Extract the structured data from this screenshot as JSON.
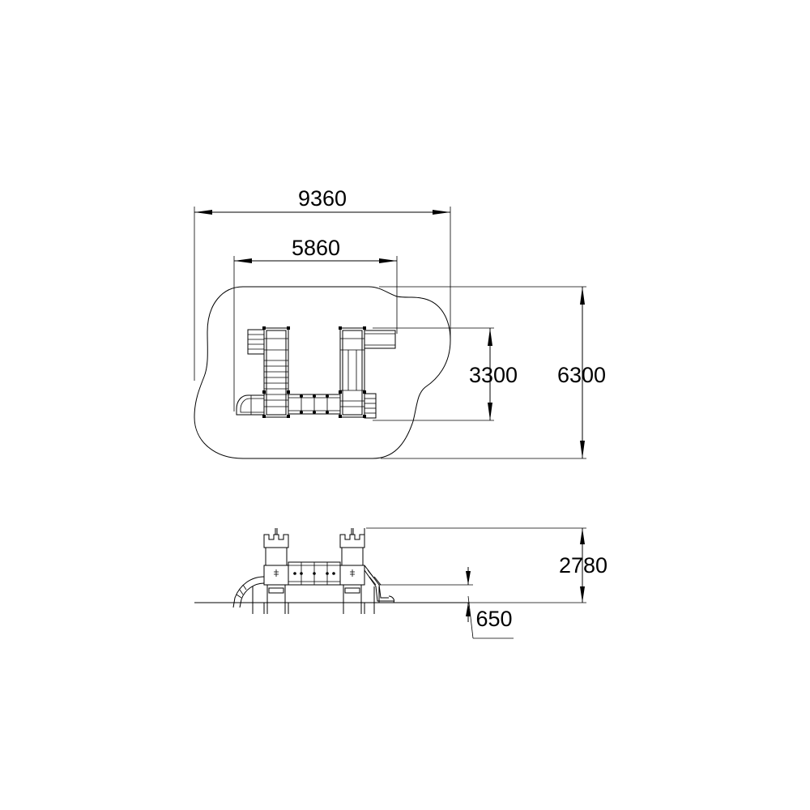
{
  "dimensions": {
    "overall_width": "9360",
    "inner_width": "5860",
    "inner_depth": "3300",
    "overall_depth": "6300",
    "total_height": "2780",
    "platform_height": "650"
  }
}
